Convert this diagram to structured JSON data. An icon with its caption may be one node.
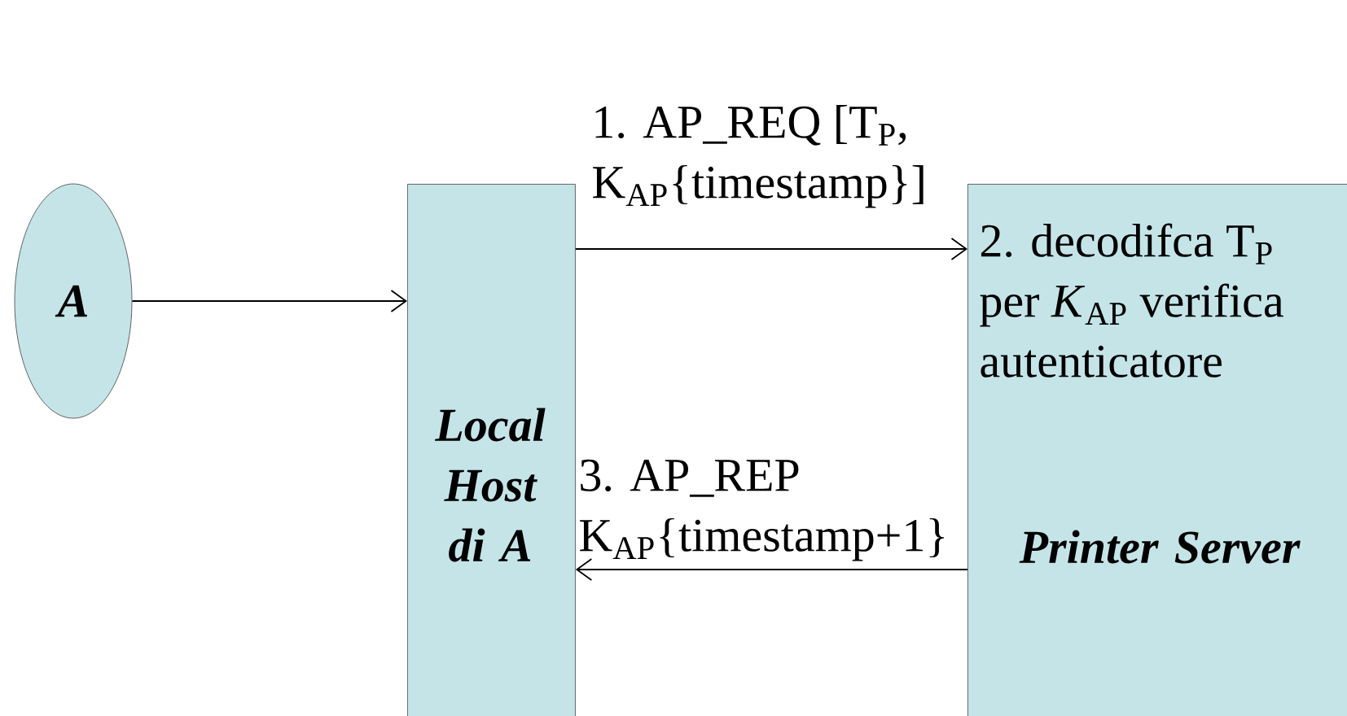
{
  "diagram": {
    "nodes": [
      {
        "text": [
          "A"
        ]
      },
      {
        "text": [
          "Local Host di A"
        ]
      },
      {
        "text": [
          "2. decodifca T$_{P}$ per *K*$_{AP}$ verifica autenticatore",
          "Printer Server"
        ]
      }
    ],
    "edges": [
      {
        "from": 0,
        "to": 1,
        "arrow": "to"
      },
      {
        "from": 1,
        "to": 2,
        "arrow": "to",
        "label": "1. AP_REQ [T$_{P}$, K$_{AP}${timestamp}]"
      },
      {
        "from": 2,
        "to": 1,
        "arrow": "to",
        "label": "3. AP_REP K$_{AP}${timestamp+1}"
      }
    ]
  }
}
